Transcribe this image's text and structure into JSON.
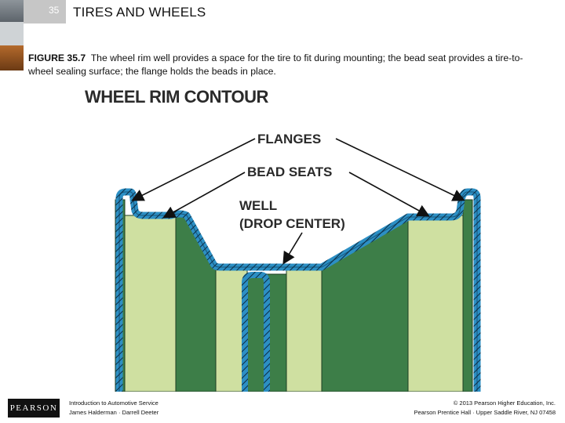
{
  "header": {
    "chapter_number": "35",
    "chapter_title": "TIRES AND WHEELS"
  },
  "caption": {
    "label": "FIGURE 35.7",
    "text": "The wheel rim well provides a space for the tire to fit during mounting; the bead seat provides a tire-to-wheel sealing surface; the flange holds the beads in place."
  },
  "figure": {
    "title": "WHEEL RIM CONTOUR",
    "labels": {
      "flanges": "FLANGES",
      "bead_seats": "BEAD SEATS",
      "well_line1": "WELL",
      "well_line2": "(DROP CENTER)"
    },
    "colors": {
      "dark_green": "#3d7e48",
      "light_green": "#cfe0a1",
      "rim_blue": "#2c8fc4",
      "outline": "#0d2d44"
    }
  },
  "footer": {
    "left_line1": "Introduction to Automotive Service",
    "left_line2": "James Halderman · Darrell Deeter",
    "right_line1": "© 2013 Pearson Higher Education, Inc.",
    "right_line2": "Pearson Prentice Hall · Upper Saddle River, NJ 07458",
    "logo_text": "PEARSON"
  }
}
